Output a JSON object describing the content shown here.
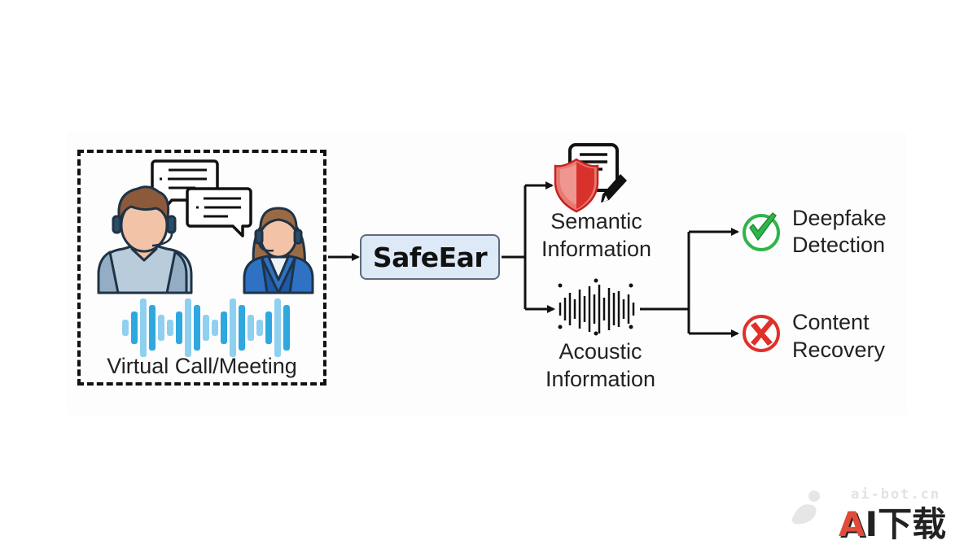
{
  "diagram": {
    "input_box": {
      "label": "Virtual Call/Meeting",
      "icons": [
        "agent-male-icon",
        "agent-female-icon",
        "chat-bubble-icon",
        "chat-bubble-icon",
        "audio-waveform-icon"
      ]
    },
    "core": {
      "label": "SafeEar"
    },
    "branches": [
      {
        "label_line1": "Semantic",
        "label_line2": "Information",
        "icon": "protected-document-icon"
      },
      {
        "label_line1": "Acoustic",
        "label_line2": "Information",
        "icon": "acoustic-wave-icon"
      }
    ],
    "outcomes": [
      {
        "label_line1": "Deepfake",
        "label_line2": "Detection",
        "icon": "check-circle-icon",
        "status": "enabled",
        "color": "#2fb54a"
      },
      {
        "label_line1": "Content",
        "label_line2": "Recovery",
        "icon": "x-circle-icon",
        "status": "prevented",
        "color": "#e0302a"
      }
    ],
    "edges": [
      [
        "Virtual Call/Meeting",
        "SafeEar"
      ],
      [
        "SafeEar",
        "Semantic Information"
      ],
      [
        "SafeEar",
        "Acoustic Information"
      ],
      [
        "Acoustic Information",
        "Deepfake Detection"
      ],
      [
        "Acoustic Information",
        "Content Recovery"
      ]
    ]
  },
  "colors": {
    "safeear_fill": "#dde9f6",
    "wave_light": "#8fd0f0",
    "wave_dark": "#2fa8e0",
    "shield_red": "#d9312b"
  },
  "watermark": {
    "url": "ai-bot.cn",
    "title_a": "A",
    "title_rest": "I下载"
  }
}
